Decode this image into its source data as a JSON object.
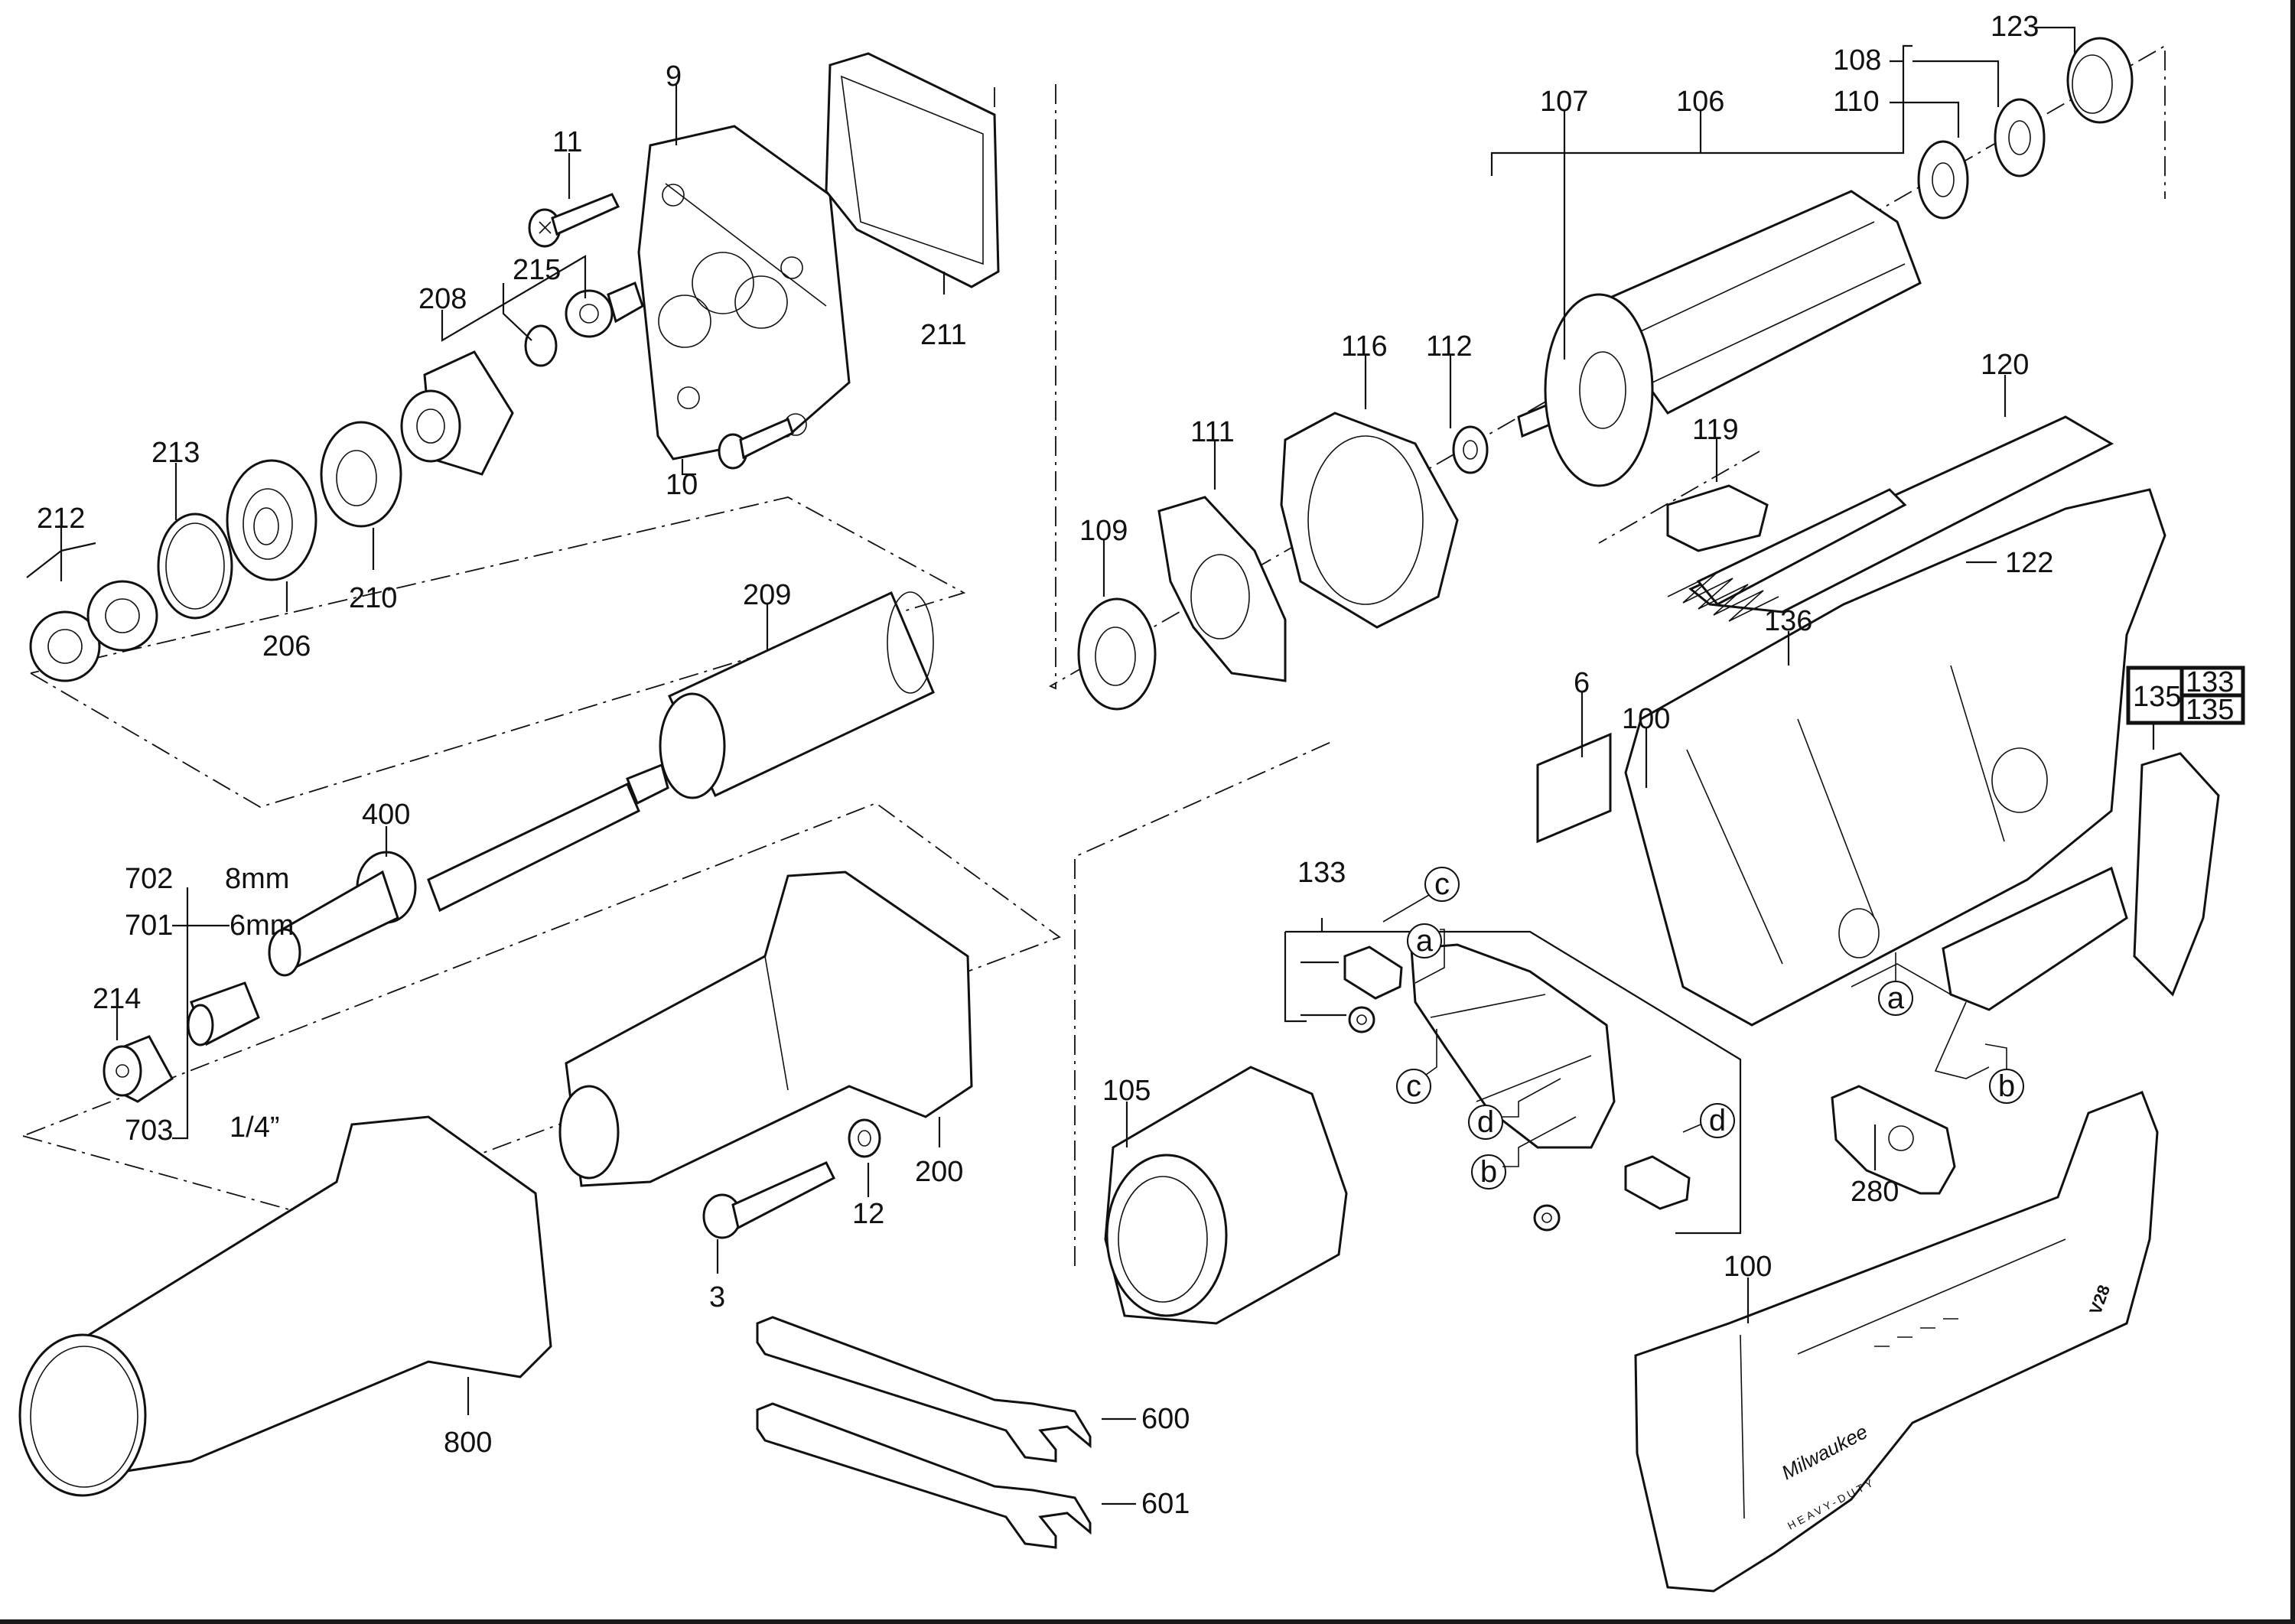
{
  "diagram": {
    "title": "Exploded parts diagram - straight die grinder",
    "parts": [
      {
        "id": "9",
        "label": "9"
      },
      {
        "id": "11",
        "label": "11"
      },
      {
        "id": "211",
        "label": "211"
      },
      {
        "id": "215",
        "label": "215"
      },
      {
        "id": "208",
        "label": "208"
      },
      {
        "id": "213",
        "label": "213"
      },
      {
        "id": "212",
        "label": "212"
      },
      {
        "id": "210",
        "label": "210"
      },
      {
        "id": "206",
        "label": "206"
      },
      {
        "id": "10",
        "label": "10"
      },
      {
        "id": "209",
        "label": "209"
      },
      {
        "id": "400",
        "label": "400"
      },
      {
        "id": "702",
        "label": "702"
      },
      {
        "id": "701",
        "label": "701"
      },
      {
        "id": "703",
        "label": "703"
      },
      {
        "id": "214",
        "label": "214"
      },
      {
        "id": "200",
        "label": "200"
      },
      {
        "id": "12",
        "label": "12"
      },
      {
        "id": "3",
        "label": "3"
      },
      {
        "id": "800",
        "label": "800"
      },
      {
        "id": "600",
        "label": "600"
      },
      {
        "id": "601",
        "label": "601"
      },
      {
        "id": "123",
        "label": "123"
      },
      {
        "id": "108",
        "label": "108"
      },
      {
        "id": "110",
        "label": "110"
      },
      {
        "id": "107",
        "label": "107"
      },
      {
        "id": "106",
        "label": "106"
      },
      {
        "id": "116",
        "label": "116"
      },
      {
        "id": "112",
        "label": "112"
      },
      {
        "id": "111",
        "label": "111"
      },
      {
        "id": "109",
        "label": "109"
      },
      {
        "id": "120",
        "label": "120"
      },
      {
        "id": "119",
        "label": "119"
      },
      {
        "id": "122",
        "label": "122"
      },
      {
        "id": "136",
        "label": "136"
      },
      {
        "id": "6",
        "label": "6"
      },
      {
        "id": "100-upper",
        "label": "100"
      },
      {
        "id": "133",
        "label": "133"
      },
      {
        "id": "105",
        "label": "105"
      },
      {
        "id": "280",
        "label": "280"
      },
      {
        "id": "100-lower",
        "label": "100"
      }
    ],
    "collet_sizes": {
      "702": "8mm",
      "701": "6mm",
      "703": "1/4”"
    },
    "kit_box": {
      "main": "135",
      "contains": [
        "133",
        "135"
      ]
    },
    "callouts": [
      {
        "letter": "c",
        "group": "brush-holder"
      },
      {
        "letter": "a",
        "group": "brush-holder"
      },
      {
        "letter": "c",
        "group": "brush-holder"
      },
      {
        "letter": "d",
        "group": "brush-holder"
      },
      {
        "letter": "b",
        "group": "brush-holder"
      },
      {
        "letter": "d",
        "group": "brush-holder"
      },
      {
        "letter": "a",
        "group": "switch"
      },
      {
        "letter": "b",
        "group": "switch"
      }
    ],
    "branding": {
      "logo_text": "Milwaukee",
      "sub_text": "HEAVY-DUTY",
      "model_badge": "V28"
    }
  }
}
